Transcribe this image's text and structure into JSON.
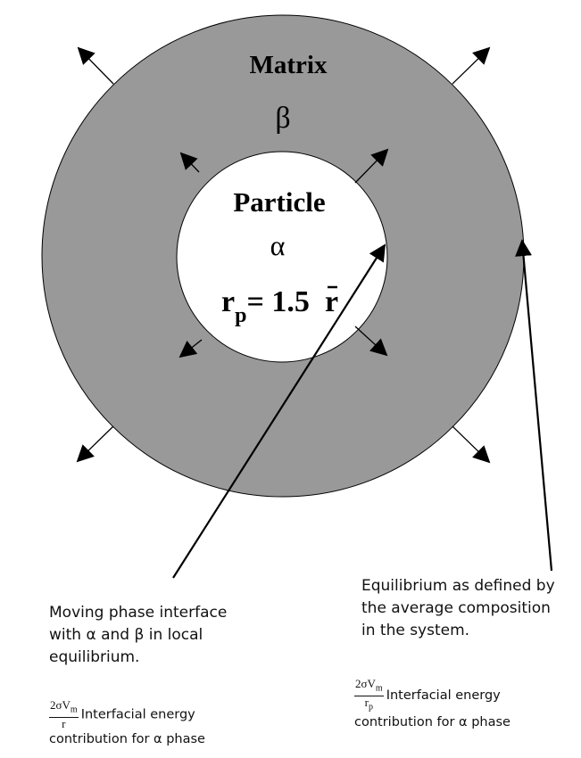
{
  "diagram": {
    "matrix_label": "Matrix",
    "matrix_phase": "β",
    "particle_label": "Particle",
    "particle_phase": "α",
    "radius_r": "r",
    "radius_sub": "p",
    "radius_eq": "= 1.5",
    "radius_rbar": "r",
    "colors": {
      "matrix_fill": "#999999",
      "particle_fill": "#ffffff",
      "stroke": "#000000"
    }
  },
  "annotations": {
    "left_note": [
      "Moving phase interface",
      "with α and β in local",
      "equilibrium."
    ],
    "right_note": [
      "Equilibrium as defined by",
      "the average composition",
      "in the system."
    ],
    "left_formula": {
      "numerator": "2σV",
      "numerator_sub": "m",
      "denominator": "r"
    },
    "left_caption": [
      "Interfacial energy",
      "contribution for α phase"
    ],
    "right_formula": {
      "numerator": "2σV",
      "numerator_sub": "m",
      "denominator": "r",
      "denominator_sub": "p"
    },
    "right_caption": [
      "Interfacial energy",
      "contribution for α phase"
    ]
  }
}
